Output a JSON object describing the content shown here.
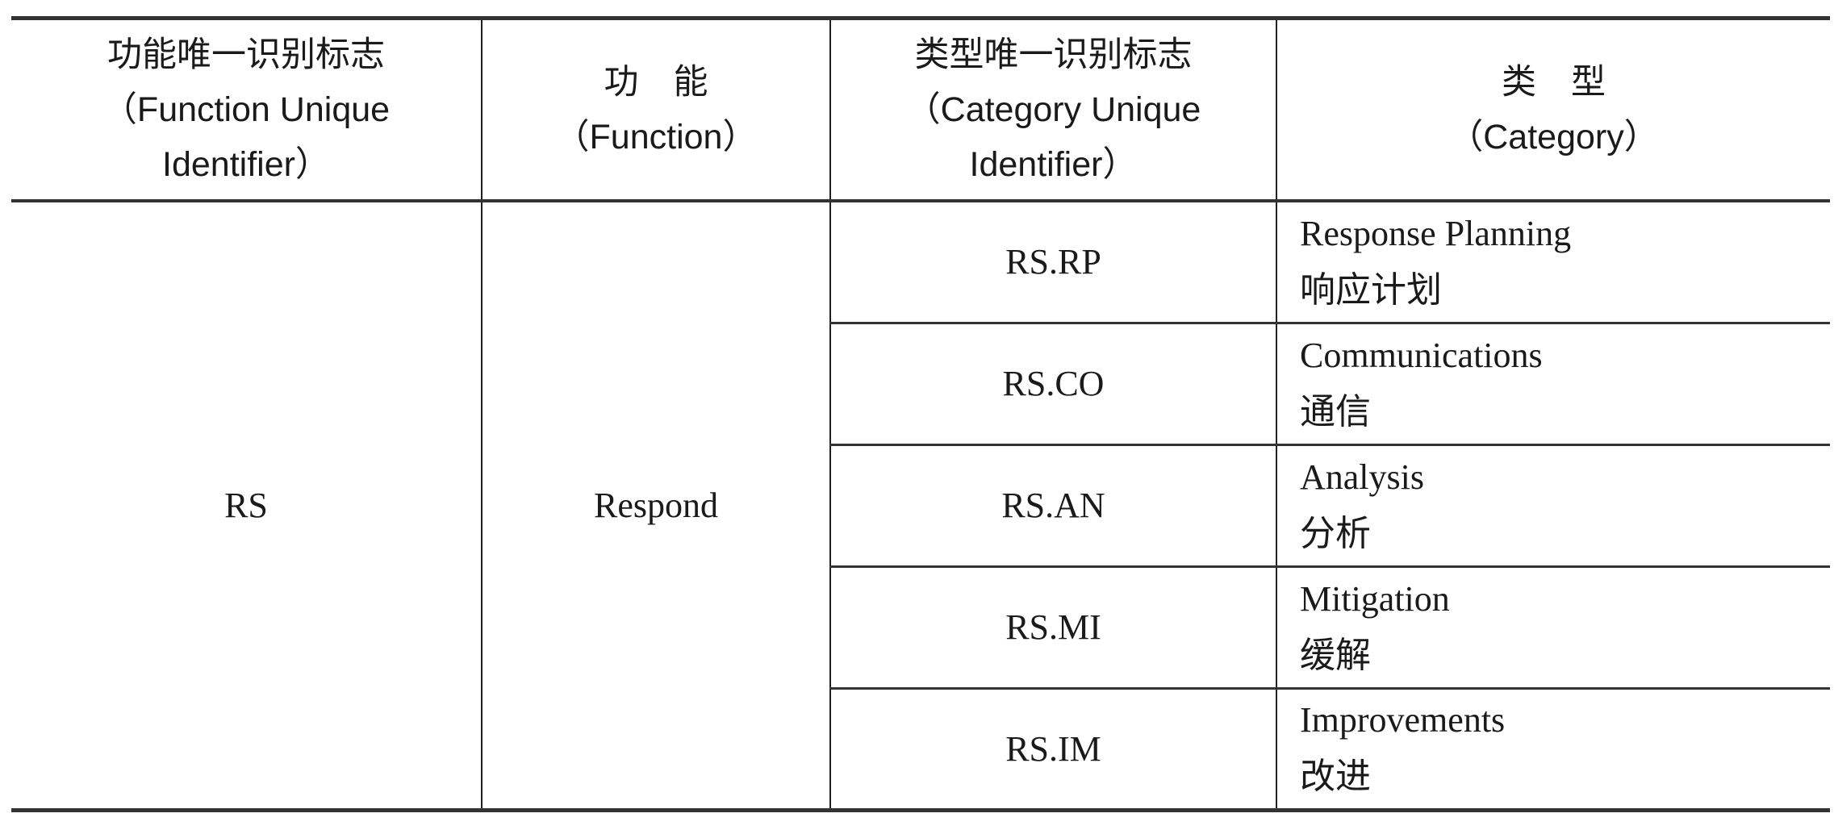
{
  "header": {
    "col1": {
      "cn": "功能唯一识别标志",
      "en": "（Function Unique Identifier）"
    },
    "col2": {
      "cn": "功　能",
      "en": "（Function）"
    },
    "col3": {
      "cn": "类型唯一识别标志",
      "en": "（Category Unique Identifier）"
    },
    "col4": {
      "cn": "类　型",
      "en": "（Category）"
    }
  },
  "function_id": "RS",
  "function": "Respond",
  "rows": [
    {
      "id": "RS.RP",
      "en": "Response Planning",
      "cn": "响应计划"
    },
    {
      "id": "RS.CO",
      "en": "Communications",
      "cn": "通信"
    },
    {
      "id": "RS.AN",
      "en": "Analysis",
      "cn": "分析"
    },
    {
      "id": "RS.MI",
      "en": "Mitigation",
      "cn": "缓解"
    },
    {
      "id": "RS.IM",
      "en": "Improvements",
      "cn": "改进"
    }
  ]
}
